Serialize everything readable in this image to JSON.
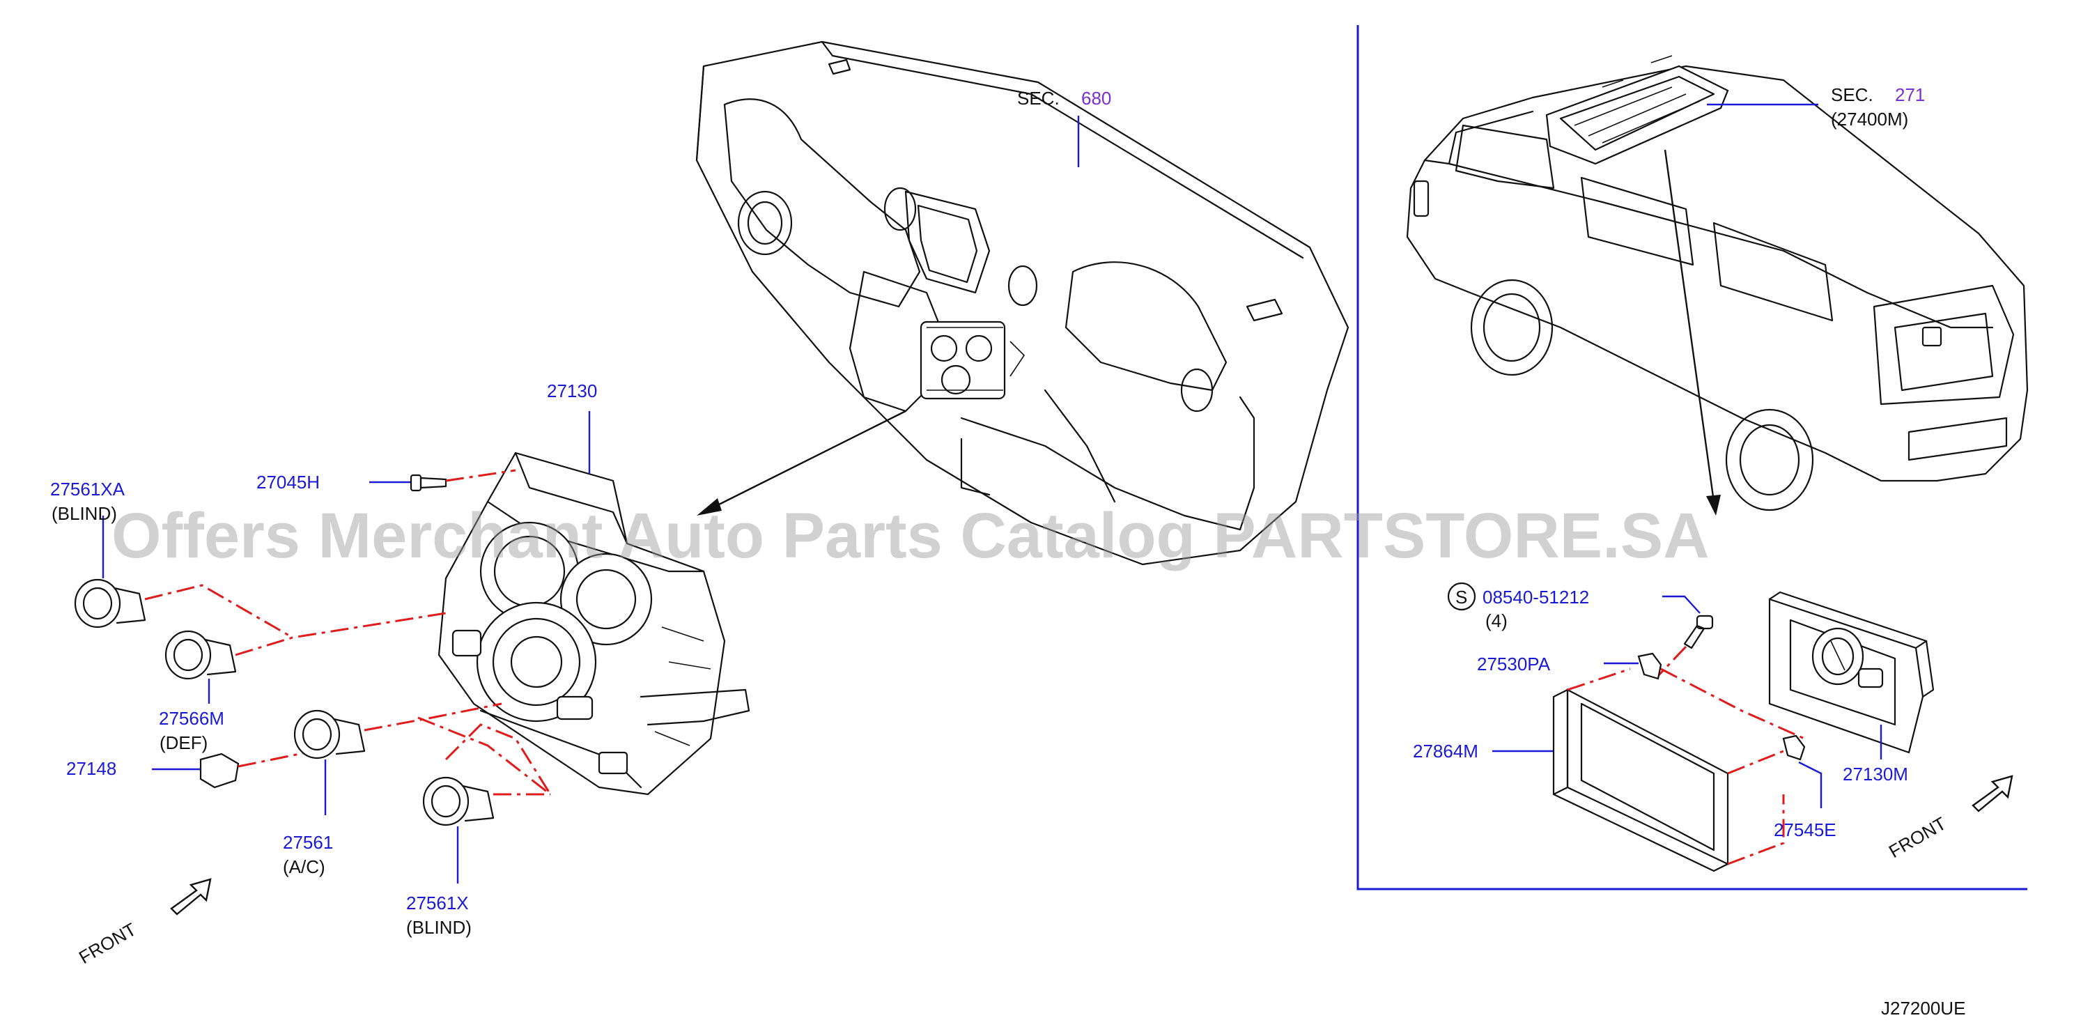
{
  "watermark": "Offers Merchant Auto Parts Catalog PARTSTORE.SA",
  "diagram_code": "J27200UE",
  "sections": [
    {
      "prefix": "SEC.",
      "number": "680"
    },
    {
      "prefix": "SEC.",
      "number": "271",
      "sub": "(27400M)"
    }
  ],
  "parts_left": [
    {
      "num": "27130"
    },
    {
      "num": "27045H"
    },
    {
      "num": "27561XA",
      "note": "(BLIND)"
    },
    {
      "num": "27566M",
      "note": "(DEF)"
    },
    {
      "num": "27148"
    },
    {
      "num": "27561",
      "note": "(A/C)"
    },
    {
      "num": "27561X",
      "note": "(BLIND)"
    }
  ],
  "parts_right": [
    {
      "num": "08540-51212",
      "badge": "S",
      "qty": "(4)"
    },
    {
      "num": "27530PA"
    },
    {
      "num": "27864M"
    },
    {
      "num": "27130M"
    },
    {
      "num": "27545E"
    }
  ],
  "front_label": "FRONT",
  "colors": {
    "part_number": "#1a1ad6",
    "section_link": "#7a2fd0",
    "phantom_line": "#e01b1b",
    "line_art": "#111111"
  }
}
